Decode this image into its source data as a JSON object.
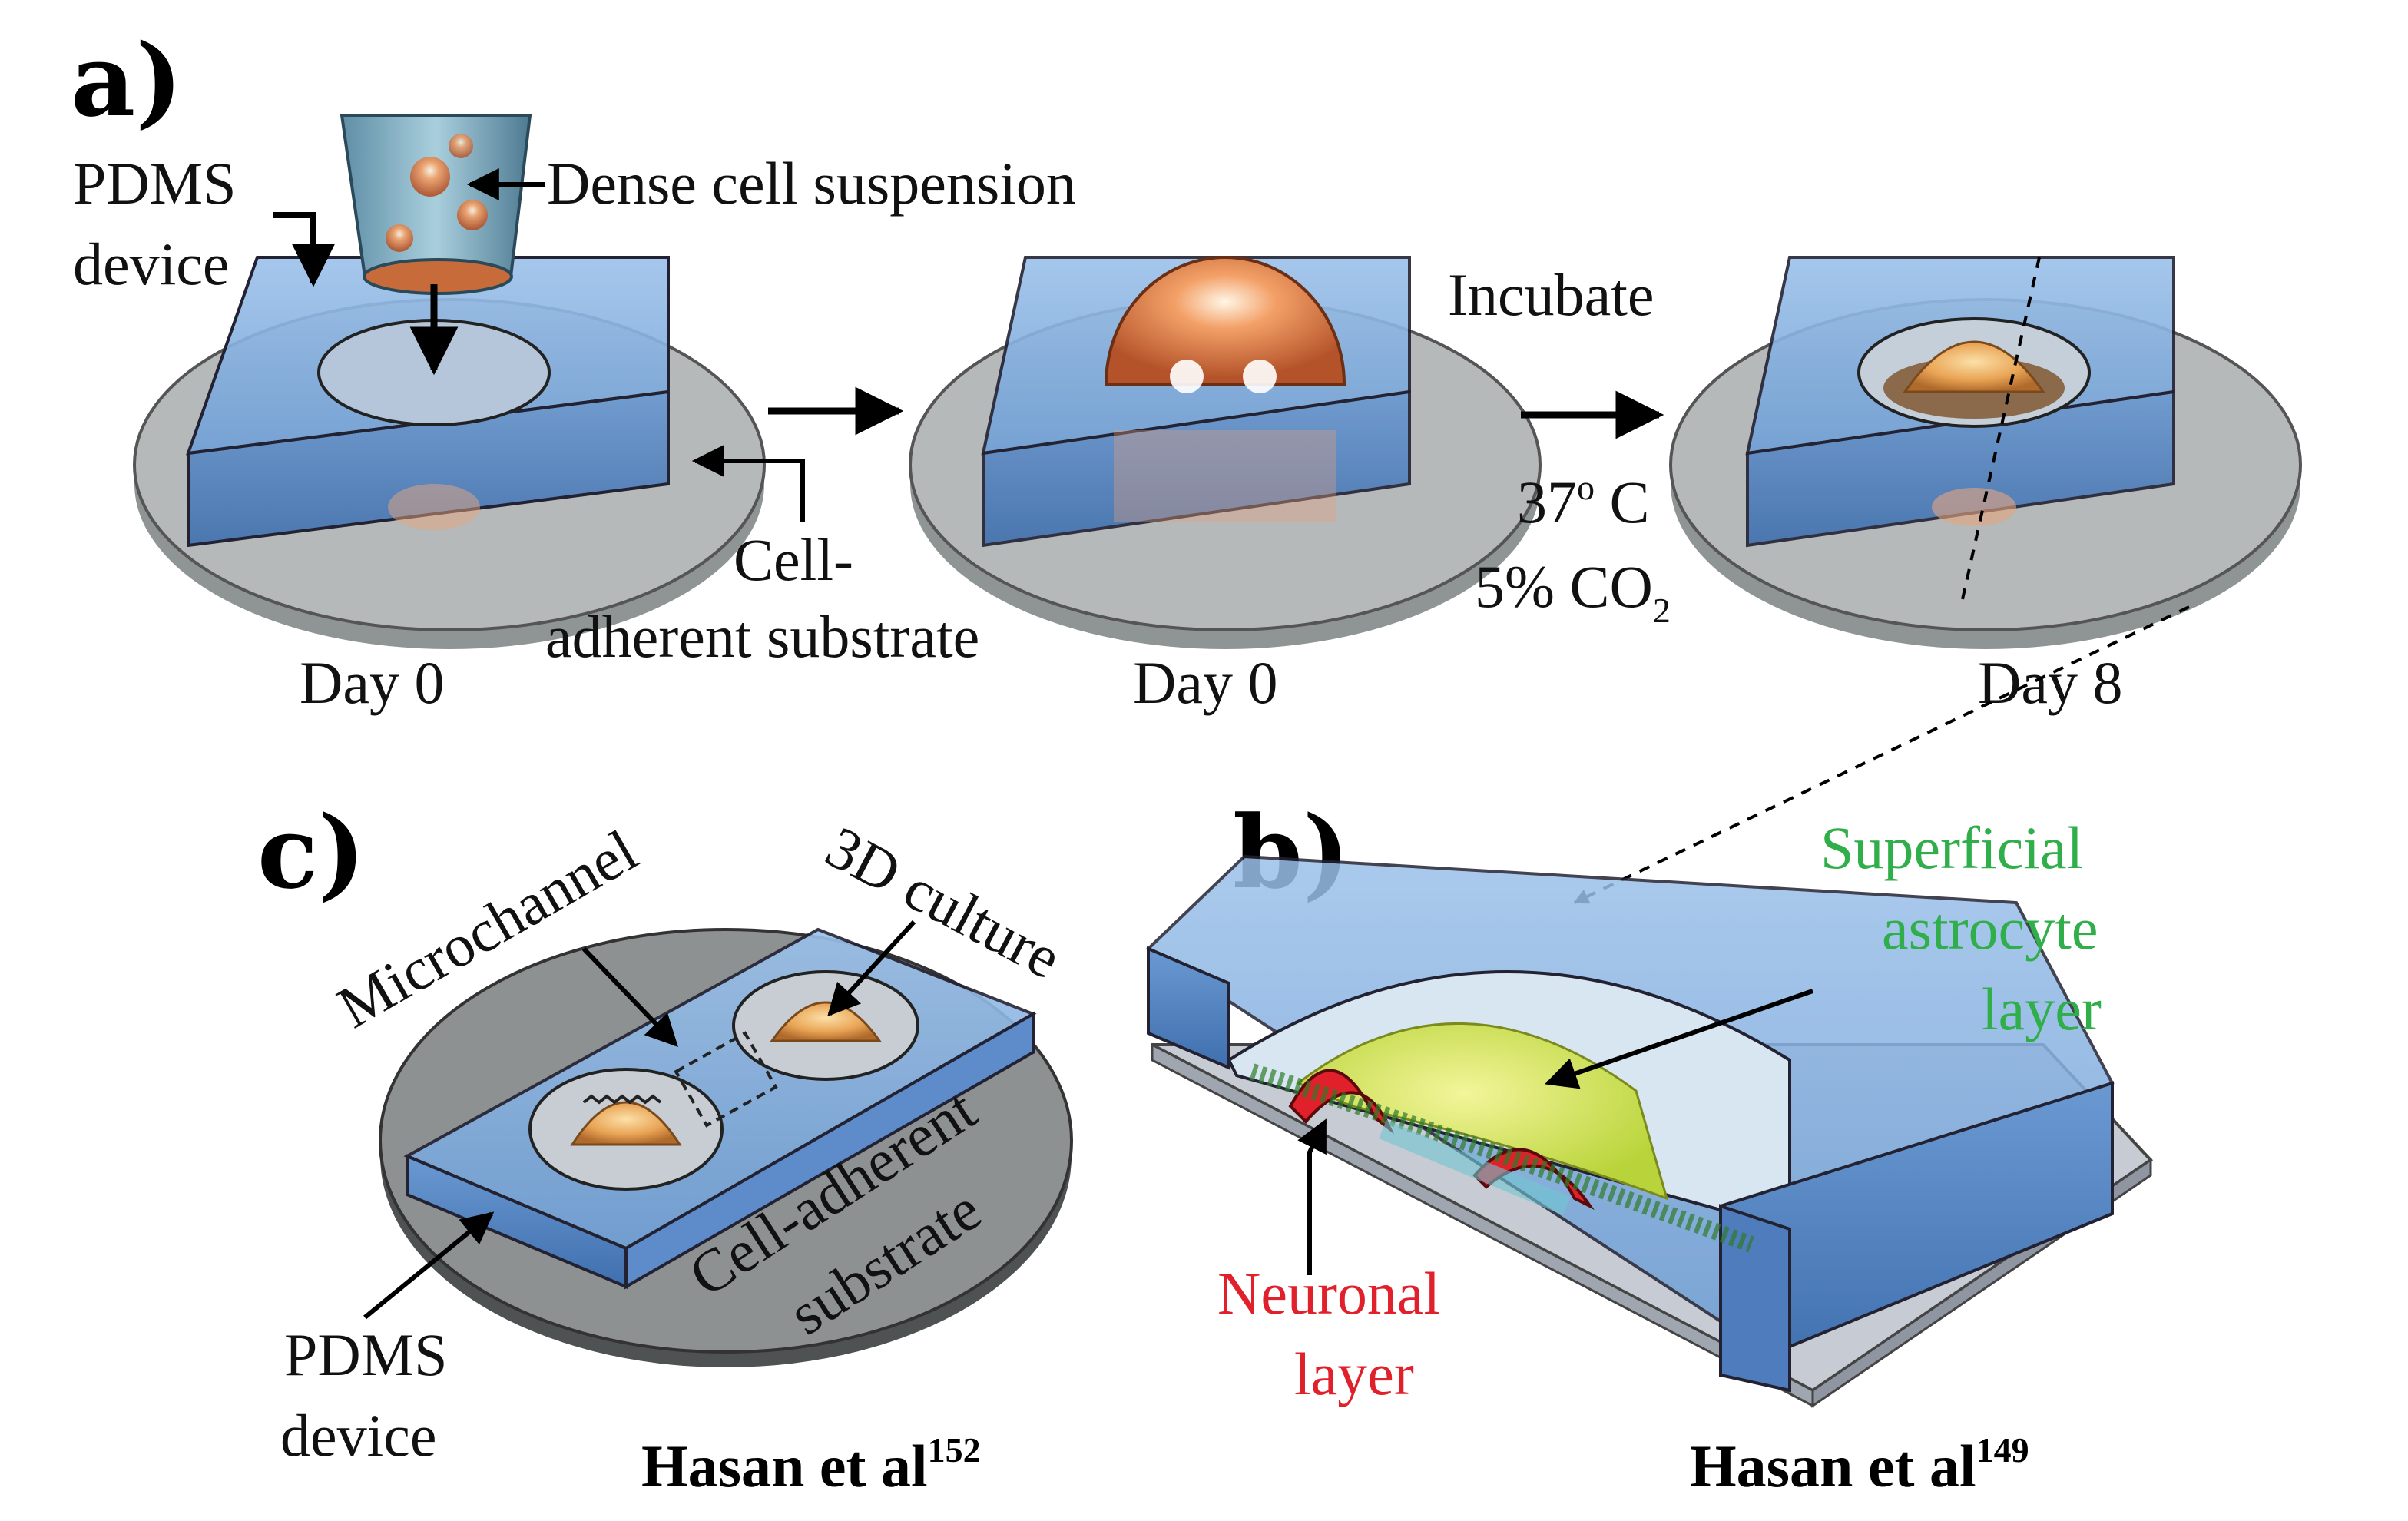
{
  "panels": {
    "a": "a)",
    "b": "b)",
    "c": "c)"
  },
  "panel_a": {
    "pdms_device_1": "PDMS",
    "pdms_device_2": "device",
    "dense_cell_suspension": "Dense cell suspension",
    "cell_adherent_1": "Cell-",
    "cell_adherent_2": "adherent substrate",
    "day_label_1": "Day 0",
    "day_label_2": "Day 0",
    "day_label_3": "Day 8",
    "incubate": "Incubate",
    "temperature": "37",
    "temperature_sup": "o",
    "temperature_unit": " C",
    "co2": "5% CO",
    "co2_sub": "2"
  },
  "panel_b": {
    "superficial_1": "Superficial",
    "superficial_2": "astrocyte",
    "superficial_3": "layer",
    "neuronal_1": "Neuronal",
    "neuronal_2": "layer",
    "citation": "Hasan et al",
    "citation_ref": "149"
  },
  "panel_c": {
    "microchannel": "Microchannel",
    "culture_3d": "3D culture",
    "cell_adherent": "Cell-adherent",
    "substrate": "substrate",
    "pdms_1": "PDMS",
    "pdms_2": "device",
    "citation": "Hasan et al",
    "citation_ref": "152"
  },
  "colors": {
    "pdms_blue": "#6f9fd6",
    "pdms_dark": "#3f6fae",
    "substrate_gray": "#a9adad",
    "cell_orange": "#e8834a",
    "astrocyte_green": "#2fae4a",
    "neuronal_red": "#e0202a",
    "astro_yellow": "#e6ee6a"
  }
}
